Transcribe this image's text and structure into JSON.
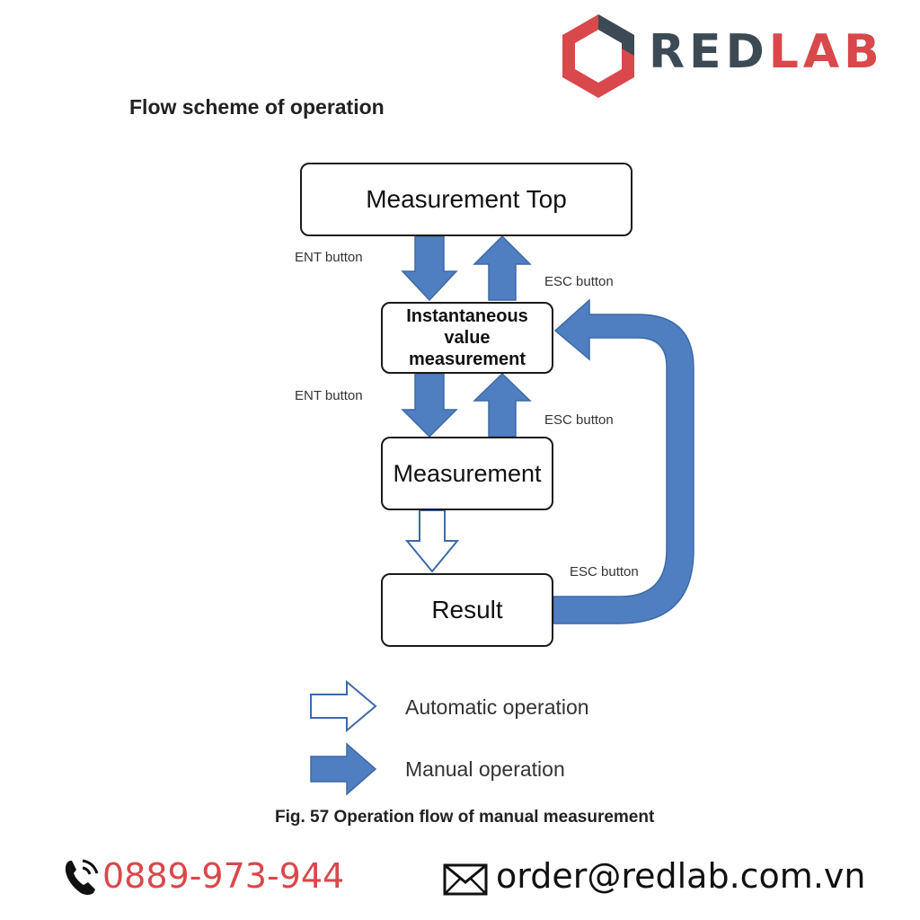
{
  "logo": {
    "part1": "RED",
    "part2": "LAB"
  },
  "heading": "Flow scheme of operation",
  "diagram": {
    "nodes": {
      "top": "Measurement Top",
      "instantaneous": [
        "Instantaneous",
        "value",
        "measurement"
      ],
      "measurement": "Measurement",
      "result": "Result"
    },
    "labels": {
      "ent1": "ENT button",
      "esc1": "ESC button",
      "ent2": "ENT button",
      "esc2": "ESC button",
      "esc3": "ESC button"
    },
    "colors": {
      "arrow_fill": "#4f7fc0",
      "arrow_stroke": "#3d6aa8",
      "box_border": "#1a1a1a"
    }
  },
  "legend": {
    "automatic": "Automatic operation",
    "manual": "Manual operation"
  },
  "caption": "Fig. 57  Operation flow of manual measurement",
  "contact": {
    "phone": "0889-973-944",
    "email": "order@redlab.com.vn",
    "phone_icon": "phone-icon",
    "email_icon": "envelope-icon"
  },
  "brand_colors": {
    "red": "#d9484b",
    "dark": "#3c4a55"
  }
}
